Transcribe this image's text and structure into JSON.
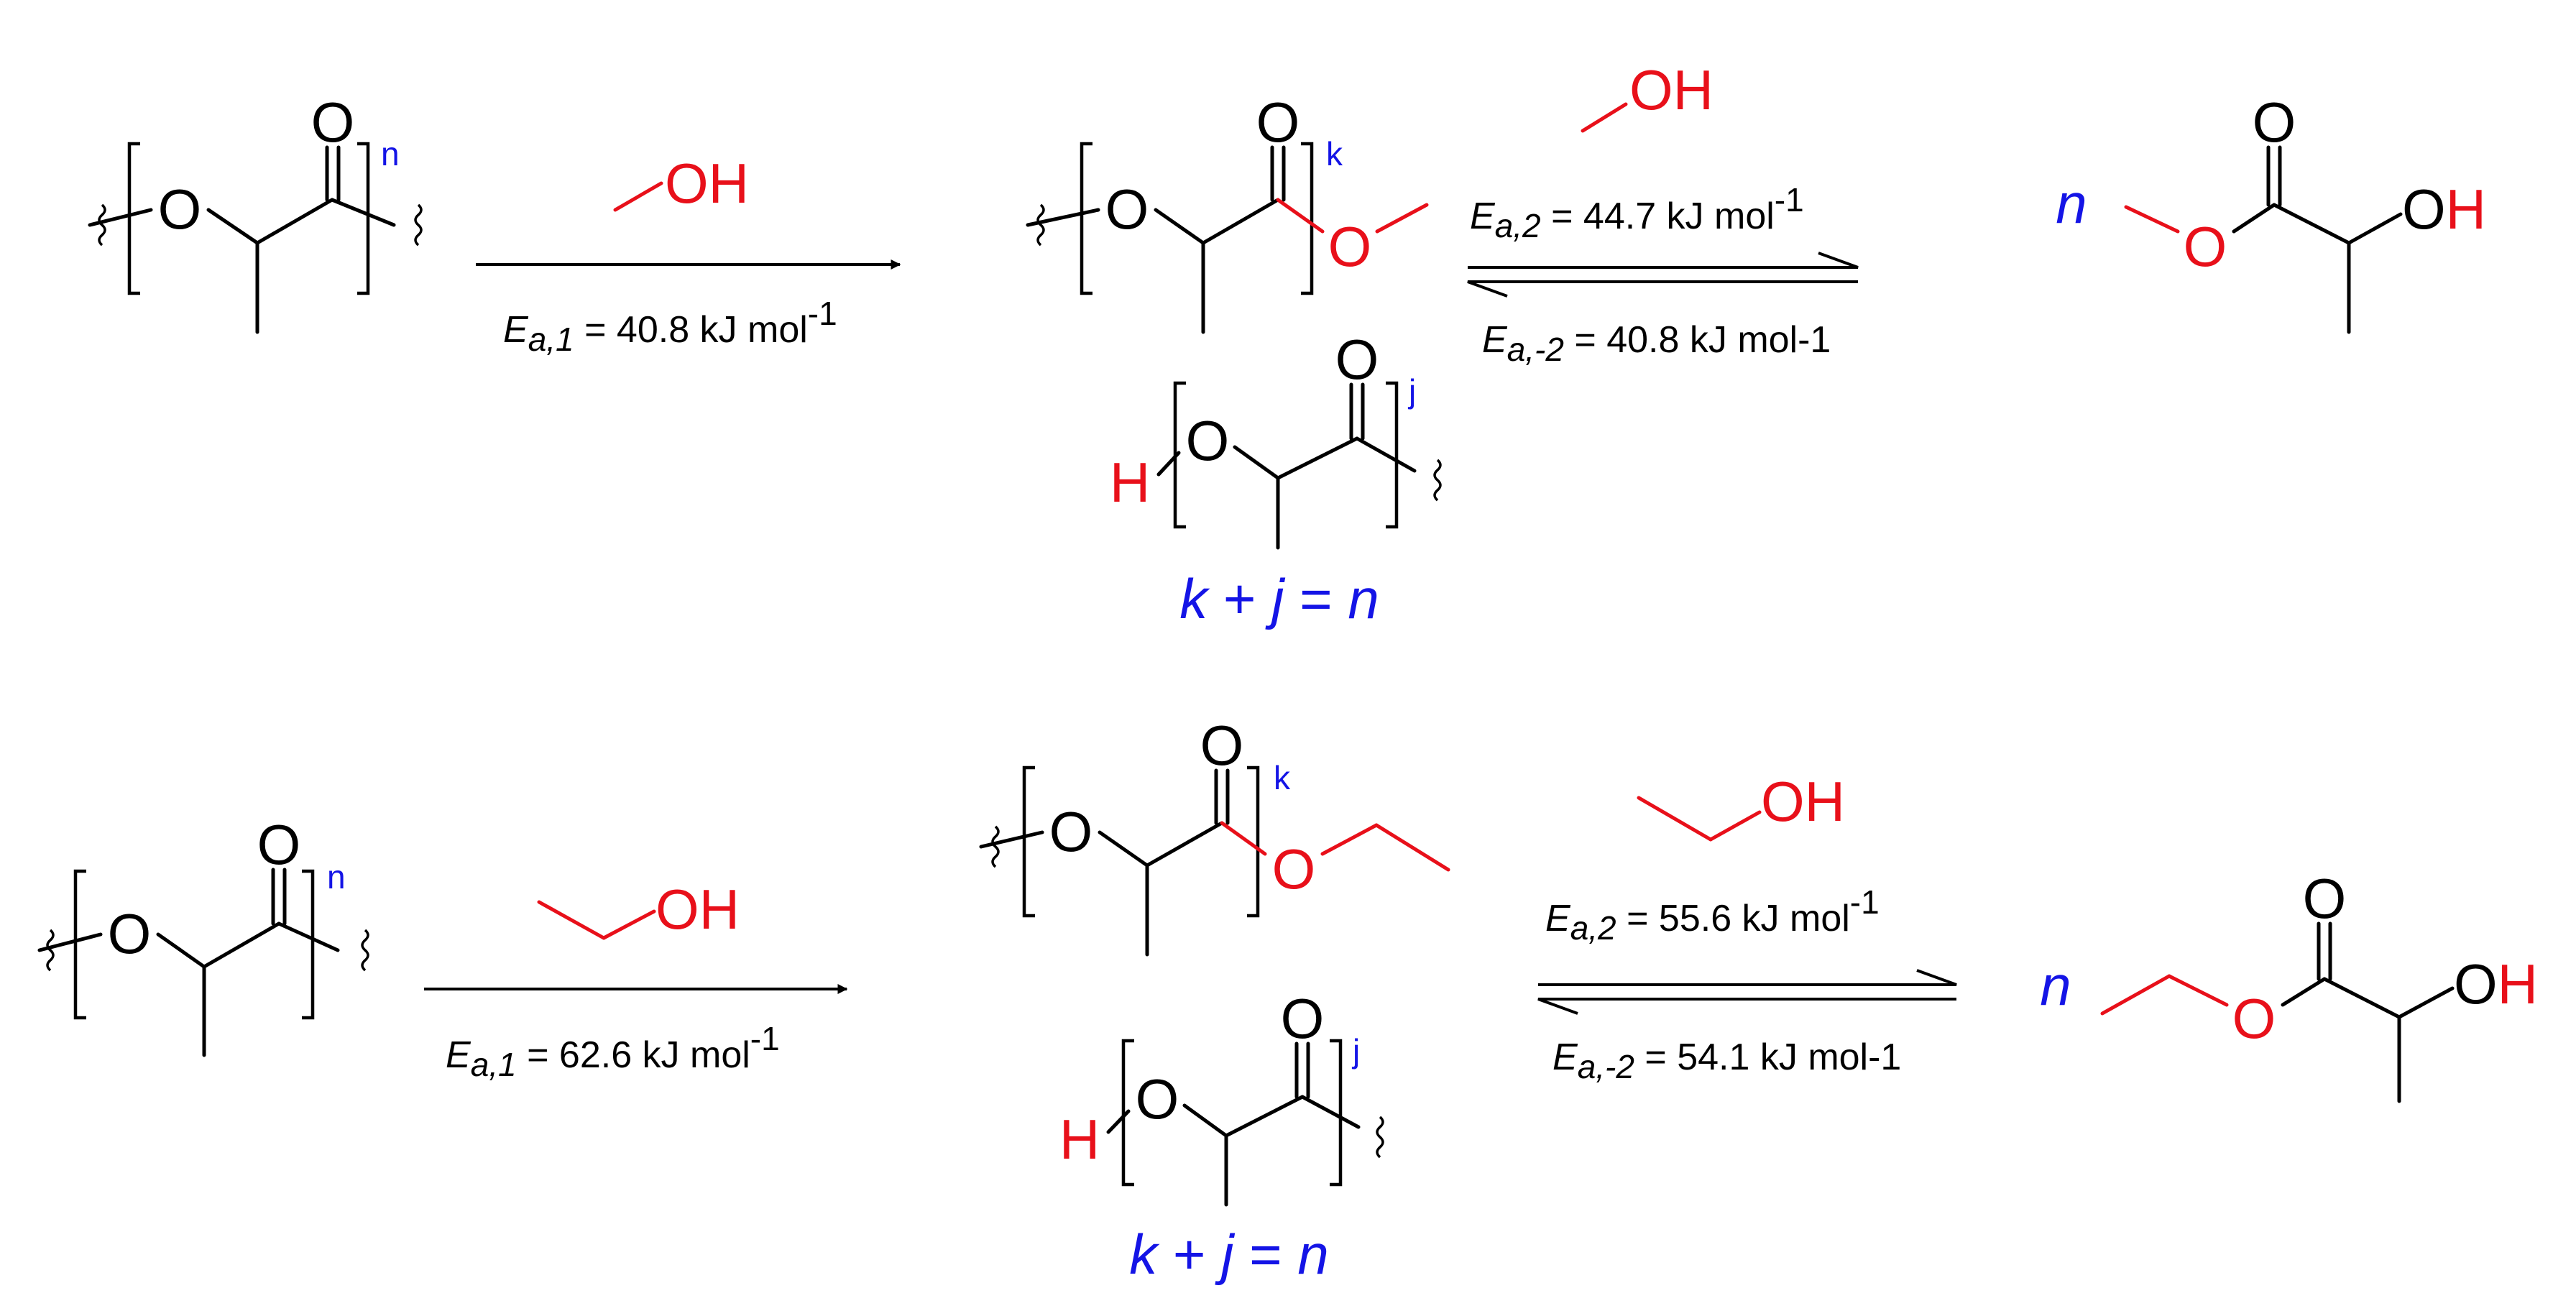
{
  "colors": {
    "bond": "#000000",
    "reagent": "#e8101a",
    "index": "#1414e6"
  },
  "atoms": {
    "oxygen": "O",
    "hydroxyl": "OH",
    "hydrogen": "H"
  },
  "indices": {
    "n": "n",
    "k": "k",
    "j": "j",
    "stoich_n": "n"
  },
  "scheme_top": {
    "ea1": {
      "sym": "E",
      "sub": "a,1",
      "val": " = 40.8 kJ mol",
      "sup": "-1"
    },
    "ea2": {
      "sym": "E",
      "sub": "a,2",
      "val": " = 44.7 kJ mol",
      "sup": "-1"
    },
    "eam2": {
      "sym": "E",
      "sub": "a,-2",
      "val": " = 40.8 kJ mol-1"
    },
    "constraint": {
      "k": "k",
      "plus": " + ",
      "j": "j",
      "eq": " = ",
      "n": "n"
    }
  },
  "scheme_bottom": {
    "ea1": {
      "sym": "E",
      "sub": "a,1",
      "val": " = 62.6 kJ mol",
      "sup": "-1"
    },
    "ea2": {
      "sym": "E",
      "sub": "a,2",
      "val": " = 55.6 kJ mol",
      "sup": "-1"
    },
    "eam2": {
      "sym": "E",
      "sub": "a,-2",
      "val": " = 54.1 kJ mol-1"
    },
    "constraint": {
      "k": "k",
      "plus": " + ",
      "j": "j",
      "eq": " = ",
      "n": "n"
    }
  }
}
